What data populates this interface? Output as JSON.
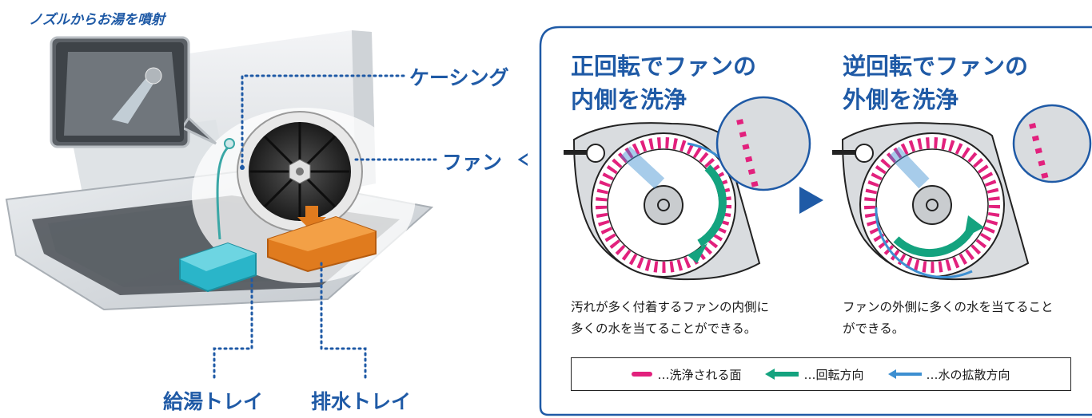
{
  "nozzle_title": "ノズルからお湯を噴射",
  "labels": {
    "casing": "ケーシング",
    "fan": "ファン",
    "hot_water_tray": "給湯トレイ",
    "drain_tray": "排水トレイ"
  },
  "panels": [
    {
      "title_line1": "正回転でファンの",
      "title_line2": "内側を洗浄",
      "desc_line1": "汚れが多く付着するファンの内側に",
      "desc_line2": "多くの水を当てることができる。"
    },
    {
      "title_line1": "逆回転でファンの",
      "title_line2": "外側を洗浄",
      "desc_line1": "ファンの外側に多くの水を当てること",
      "desc_line2": "ができる。"
    }
  ],
  "legend": {
    "cleaned_surface": "…洗浄される面",
    "rotation_direction": "…回転方向",
    "water_spread_direction": "…水の拡散方向"
  },
  "colors": {
    "brand_blue": "#1f5aa6",
    "magenta": "#e2217d",
    "green": "#14a37f",
    "water_blue": "#3d8fd1"
  }
}
